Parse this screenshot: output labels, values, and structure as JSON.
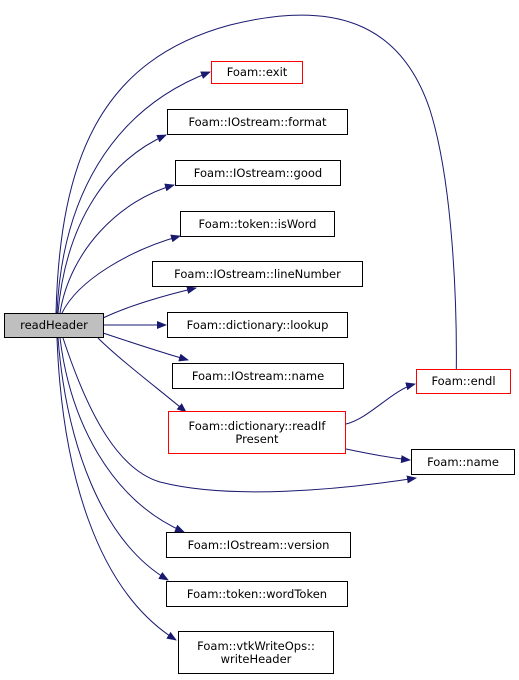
{
  "colors": {
    "edge": "#191970",
    "node_border": "#000000",
    "node_border_incomplete": "#ff0000",
    "root_fill": "#bfbfbf"
  },
  "root": {
    "label": "readHeader"
  },
  "nodes": {
    "exit": {
      "label": "Foam::exit"
    },
    "format": {
      "label": "Foam::IOstream::format"
    },
    "good": {
      "label": "Foam::IOstream::good"
    },
    "isWord": {
      "label": "Foam::token::isWord"
    },
    "lineNumber": {
      "label": "Foam::IOstream::lineNumber"
    },
    "lookup": {
      "label": "Foam::dictionary::lookup"
    },
    "ioname": {
      "label": "Foam::IOstream::name"
    },
    "readIfPresent": {
      "line1": "Foam::dictionary::readIf",
      "line2": "Present"
    },
    "endl": {
      "label": "Foam::endl"
    },
    "name": {
      "label": "Foam::name"
    },
    "version": {
      "label": "Foam::IOstream::version"
    },
    "wordToken": {
      "label": "Foam::token::wordToken"
    },
    "writeHeader": {
      "line1": "Foam::vtkWriteOps::",
      "line2": "writeHeader"
    }
  }
}
